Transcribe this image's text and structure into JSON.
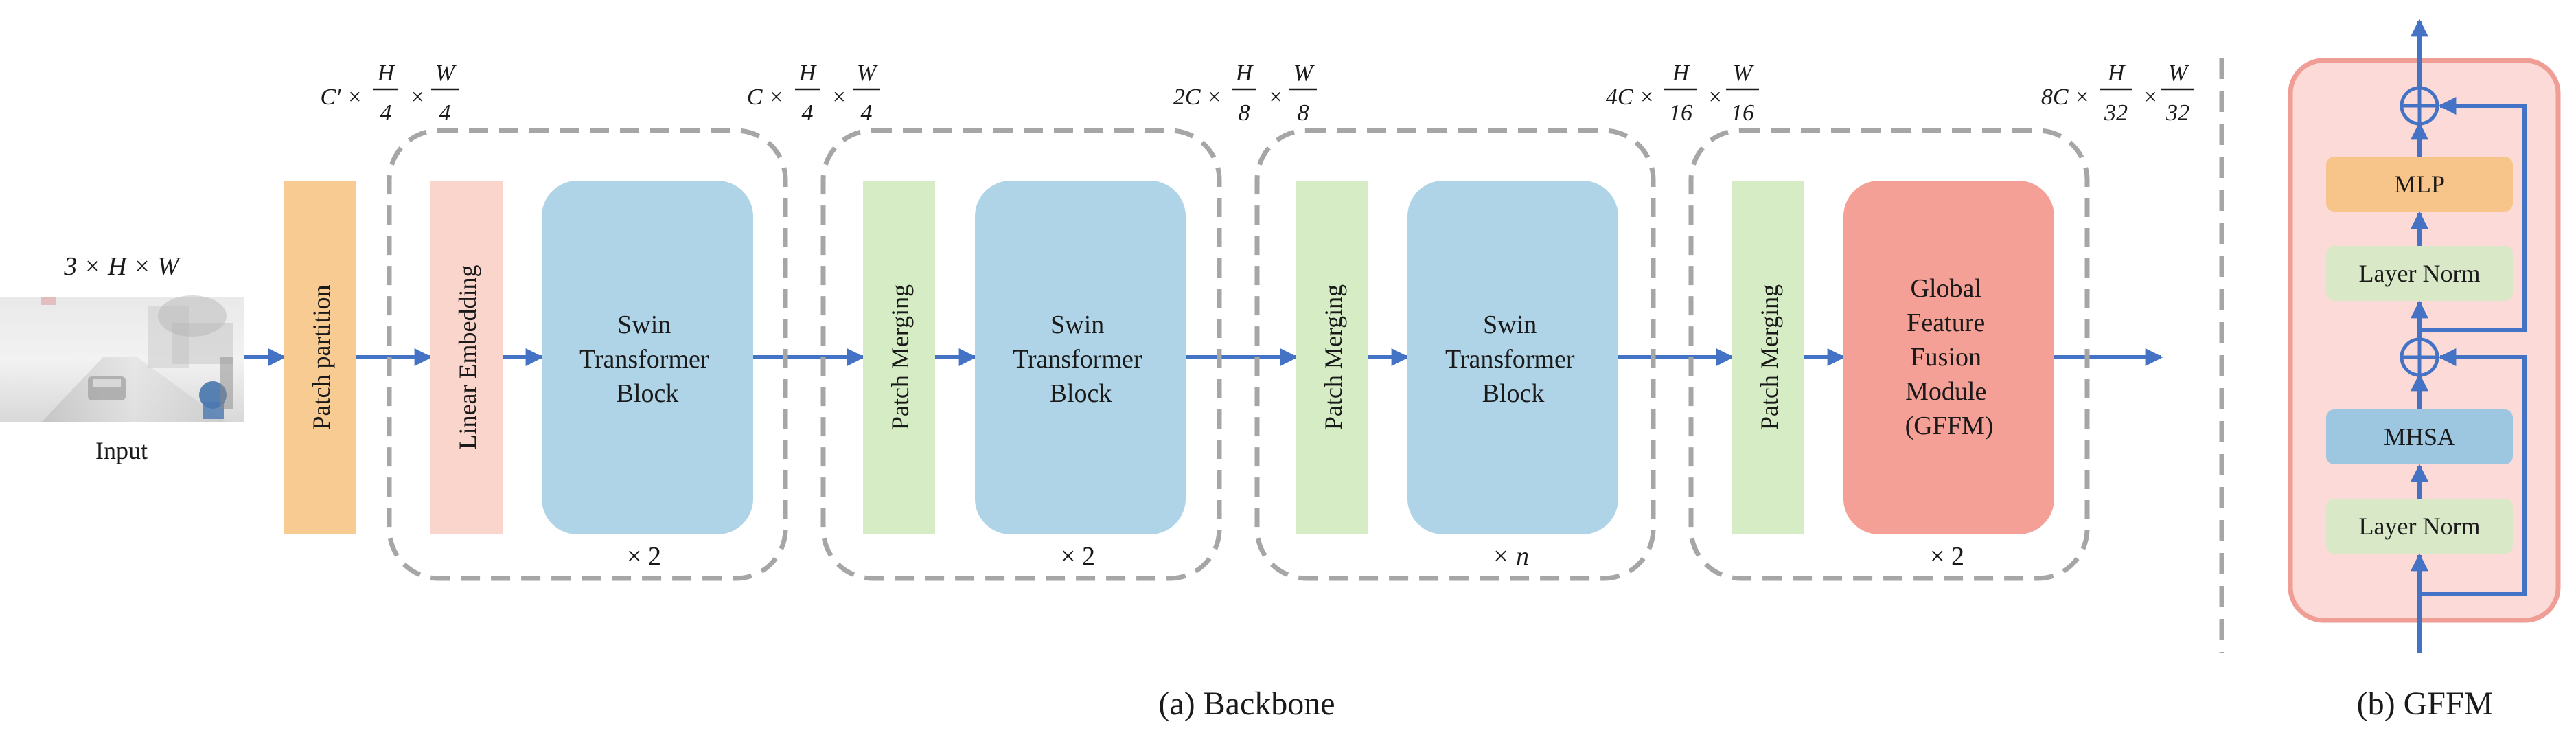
{
  "input": {
    "dims": "3 × H × W",
    "label": "Input",
    "image_name": "hazy-road-scene-image"
  },
  "backbone": {
    "caption": "(a) Backbone",
    "patch_partition": "Patch partition",
    "linear_embedding": "Linear Embedding",
    "patch_merging": "Patch Merging",
    "swin_block": [
      "Swin",
      "Transformer",
      "Block"
    ],
    "gffm_block": [
      "Global",
      "Feature",
      "Fusion",
      "Module",
      "(GFFM)"
    ],
    "stages": [
      {
        "dims": {
          "prefix": "C′ ×",
          "num1": "H",
          "den1": "4",
          "num2": "W",
          "den2": "4"
        },
        "repeat": "× 2"
      },
      {
        "dims": {
          "prefix": "C ×",
          "num1": "H",
          "den1": "4",
          "num2": "W",
          "den2": "4"
        },
        "repeat": "× 2"
      },
      {
        "dims": {
          "prefix": "2C ×",
          "num1": "H",
          "den1": "8",
          "num2": "W",
          "den2": "8"
        },
        "repeat": "× n"
      },
      {
        "dims": {
          "prefix": "4C ×",
          "num1": "H",
          "den1": "16",
          "num2": "W",
          "den2": "16"
        },
        "repeat": "× 2"
      }
    ],
    "output_dims": {
      "prefix": "8C ×",
      "num1": "H",
      "den1": "32",
      "num2": "W",
      "den2": "32"
    }
  },
  "gffm": {
    "caption": "(b) GFFM",
    "mlp": "MLP",
    "layer_norm_top": "Layer Norm",
    "mhsa": "MHSA",
    "layer_norm_bottom": "Layer Norm",
    "add_symbol": "⊕"
  },
  "colors": {
    "orange": "#f8cb93",
    "peach": "#fad5cc",
    "blue": "#afd4e7",
    "green": "#d5ecc5",
    "red": "#f4a096",
    "arrow": "#4472c4",
    "dash": "#a6a6a6",
    "gffm_bg": "#fbdad8",
    "gffm_border": "#f09d95",
    "ln_green": "#d9e8c6",
    "mlp_orange": "#f7c58a",
    "mhsa_blue": "#9dc7e1"
  }
}
